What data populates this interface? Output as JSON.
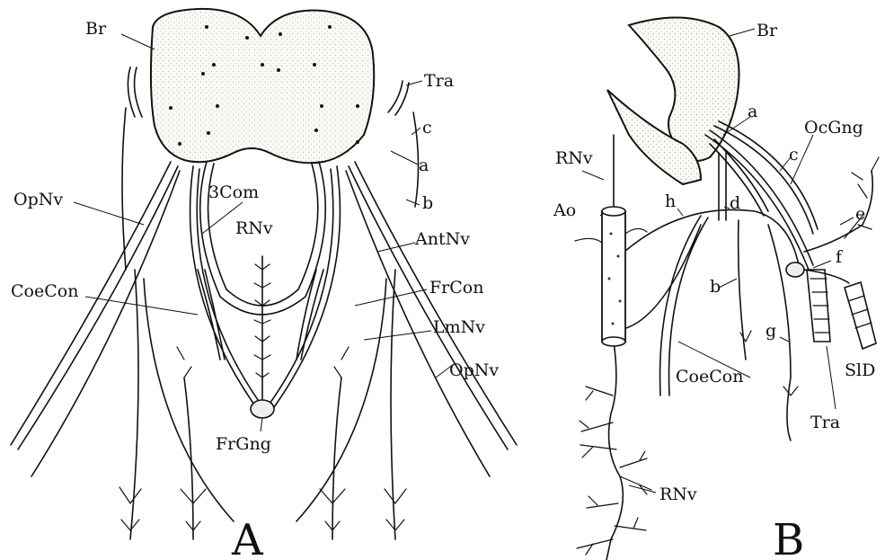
{
  "panel_a": {
    "panel_letter": "A",
    "labels": {
      "br": "Br",
      "tra": "Tra",
      "c": "c",
      "a": "a",
      "b": "b",
      "opnv_left": "OpNv",
      "com3": "3Com",
      "rnv": "RNv",
      "antnv": "AntNv",
      "coecon": "CoeCon",
      "frcon": "FrCon",
      "lmnv": "LmNv",
      "opnv_right": "OpNv",
      "frgng": "FrGng"
    }
  },
  "panel_b": {
    "panel_letter": "B",
    "labels": {
      "br": "Br",
      "a": "a",
      "ocgng": "OcGng",
      "c": "c",
      "rnv_top": "RNv",
      "ao": "Ao",
      "h": "h",
      "d": "d",
      "e": "e",
      "f": "f",
      "b": "b",
      "g": "g",
      "coecon": "CoeCon",
      "sid": "SlD",
      "tra": "Tra",
      "rnv_bottom": "RNv"
    }
  }
}
